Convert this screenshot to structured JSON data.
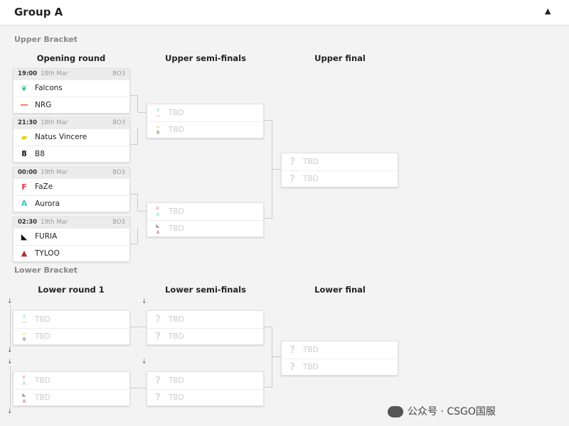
{
  "header": {
    "title": "Group A",
    "collapse_icon": "caret-up-icon"
  },
  "upper": {
    "label": "Upper Bracket",
    "columns": [
      "Opening round",
      "Upper semi-finals",
      "Upper final"
    ],
    "opening": [
      {
        "time": "19:00",
        "date": "18th Mar",
        "format": "BO3",
        "teams": [
          {
            "name": "Falcons",
            "logo": "falcons"
          },
          {
            "name": "NRG",
            "logo": "nrg"
          }
        ]
      },
      {
        "time": "21:30",
        "date": "18th Mar",
        "format": "BO3",
        "teams": [
          {
            "name": "Natus Vincere",
            "logo": "navi"
          },
          {
            "name": "B8",
            "logo": "b8"
          }
        ]
      },
      {
        "time": "00:00",
        "date": "19th Mar",
        "format": "BO3",
        "teams": [
          {
            "name": "FaZe",
            "logo": "faze"
          },
          {
            "name": "Aurora",
            "logo": "aurora"
          }
        ]
      },
      {
        "time": "02:30",
        "date": "19th Mar",
        "format": "BO3",
        "teams": [
          {
            "name": "FURIA",
            "logo": "furia"
          },
          {
            "name": "TYLOO",
            "logo": "tyloo"
          }
        ]
      }
    ],
    "semis": [
      {
        "teams": [
          {
            "name": "TBD",
            "logos": [
              "falcons",
              "nrg"
            ]
          },
          {
            "name": "TBD",
            "logos": [
              "navi",
              "b8"
            ]
          }
        ]
      },
      {
        "teams": [
          {
            "name": "TBD",
            "logos": [
              "faze",
              "aurora"
            ]
          },
          {
            "name": "TBD",
            "logos": [
              "furia",
              "tyloo"
            ]
          }
        ]
      }
    ],
    "final": {
      "teams": [
        {
          "name": "TBD",
          "logos": []
        },
        {
          "name": "TBD",
          "logos": []
        }
      ]
    }
  },
  "lower": {
    "label": "Lower Bracket",
    "columns": [
      "Lower round 1",
      "Lower semi-finals",
      "Lower final"
    ],
    "round1": [
      {
        "teams": [
          {
            "name": "TBD",
            "logos": [
              "falcons",
              "nrg"
            ]
          },
          {
            "name": "TBD",
            "logos": [
              "navi",
              "b8"
            ]
          }
        ]
      },
      {
        "teams": [
          {
            "name": "TBD",
            "logos": [
              "faze",
              "aurora"
            ]
          },
          {
            "name": "TBD",
            "logos": [
              "furia",
              "tyloo"
            ]
          }
        ]
      }
    ],
    "semis": [
      {
        "teams": [
          {
            "name": "TBD",
            "logos": []
          },
          {
            "name": "TBD",
            "logos": []
          }
        ]
      },
      {
        "teams": [
          {
            "name": "TBD",
            "logos": []
          },
          {
            "name": "TBD",
            "logos": []
          }
        ]
      }
    ],
    "final": {
      "teams": [
        {
          "name": "TBD",
          "logos": []
        },
        {
          "name": "TBD",
          "logos": []
        }
      ]
    }
  },
  "watermark": "公众号 · CSGO国服"
}
